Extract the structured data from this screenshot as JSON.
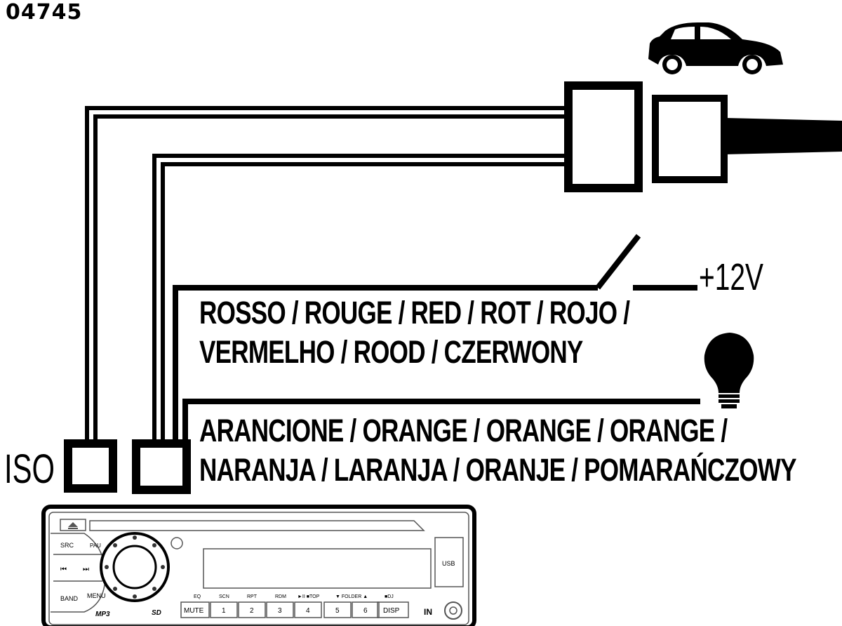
{
  "product_code": "04745",
  "iso_label": "ISO",
  "voltage_label": "+12V",
  "red_wire": {
    "line1": "ROSSO / ROUGE / RED / ROT / ROJO /",
    "line2": "VERMELHO / ROOD / CZERWONY"
  },
  "orange_wire": {
    "line1": "ARANCIONE / ORANGE / ORANGE / ORANGE /",
    "line2": "NARANJA / LARANJA / ORANJE / POMARAŃCZOWY"
  },
  "radio": {
    "top_labels": [
      "EQ",
      "SCN",
      "RPT",
      "RDM",
      "►II ■TOP",
      "▼ FOLDER ▲",
      "■DJ"
    ],
    "buttons": [
      "MUTE",
      "1",
      "2",
      "3",
      "4",
      "5",
      "6",
      "DISP"
    ],
    "left_labels": [
      "SRC",
      "PAU",
      "BAND",
      "MENU"
    ],
    "mp3_label": "MP3",
    "sd_label": "SD",
    "usb_label": "USB",
    "in_label": "IN"
  },
  "icons": [
    "car-icon",
    "light-bulb-icon",
    "eject-icon"
  ],
  "colors": {
    "line": "#000000",
    "background": "#ffffff"
  }
}
